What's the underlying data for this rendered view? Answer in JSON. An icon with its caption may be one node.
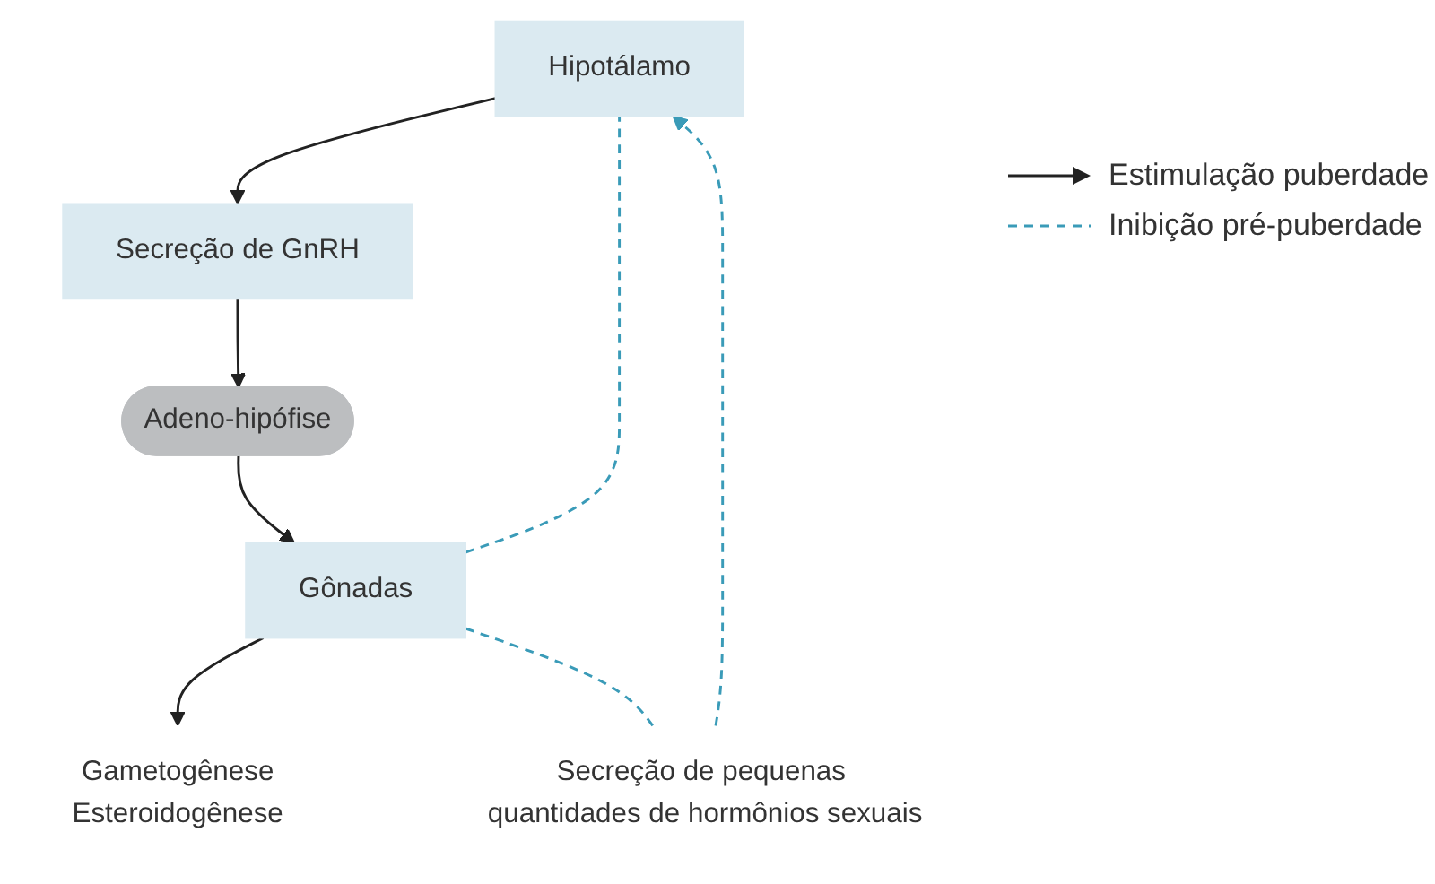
{
  "diagram": {
    "nodes": [
      {
        "text": [
          "Hipotálamo"
        ]
      },
      {
        "text": [
          "Secreção de GnRH"
        ]
      },
      {
        "text": [
          "Adeno-hipófise"
        ]
      },
      {
        "text": [
          "Gônadas"
        ]
      },
      {
        "text": [
          "Secreção de pequenas quantidades de hormônios sexuais"
        ]
      },
      {
        "text": [
          "Gametogênese",
          "Esteroidogênese"
        ]
      }
    ],
    "edges": [
      {
        "from": 0,
        "to": 1,
        "arrow": "to"
      },
      {
        "from": 1,
        "to": 2,
        "arrow": "to"
      },
      {
        "from": 2,
        "to": 3,
        "arrow": "to"
      },
      {
        "from": 3,
        "to": 5,
        "arrow": "to"
      },
      {
        "from": 3,
        "to": 4,
        "arrow": "none",
        "style": "dashed",
        "color": "#3a9bb8"
      },
      {
        "from": 4,
        "to": 0,
        "arrow": "to",
        "style": "dashed",
        "color": "#3a9bb8"
      },
      {
        "from": 3,
        "to": 0,
        "arrow": "none",
        "style": "dashed",
        "color": "#3a9bb8"
      }
    ],
    "legend": [
      {
        "text": "Estimulação puberdade"
      },
      {
        "text": "Inibição pré-puberdade"
      }
    ]
  }
}
